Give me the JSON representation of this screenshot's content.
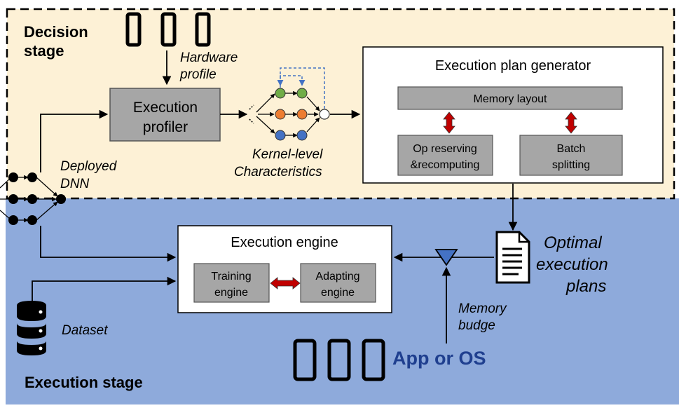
{
  "decision_stage": {
    "title_line1": "Decision",
    "title_line2": "stage",
    "hardware_profile_line1": "Hardware",
    "hardware_profile_line2": "profile",
    "execution_profiler_line1": "Execution",
    "execution_profiler_line2": "profiler",
    "kernel_line1": "Kernel-level",
    "kernel_line2": "Characteristics",
    "deployed_line1": "Deployed",
    "deployed_line2": "DNN"
  },
  "plan_generator": {
    "title": "Execution plan generator",
    "memory_layout": "Memory layout",
    "op_line1": "Op reserving",
    "op_line2": "&recomputing",
    "batch_line1": "Batch",
    "batch_line2": "splitting"
  },
  "execution_stage": {
    "title": "Execution stage",
    "engine_title": "Execution engine",
    "training_line1": "Training",
    "training_line2": "engine",
    "adapting_line1": "Adapting",
    "adapting_line2": "engine",
    "optimal_line1": "Optimal",
    "optimal_line2": "execution",
    "optimal_line3": "plans",
    "memory_line1": "Memory",
    "memory_line2": "budge",
    "dataset": "Dataset",
    "app_or_os": "App or OS"
  },
  "colors": {
    "decision_bg": "#fdf1d6",
    "execution_bg": "#8eaadb",
    "gray_box": "#a6a6a6",
    "node_green": "#70ad47",
    "node_orange": "#ed7d31",
    "node_blue": "#4472c4",
    "red_arrow": "#c00000"
  }
}
